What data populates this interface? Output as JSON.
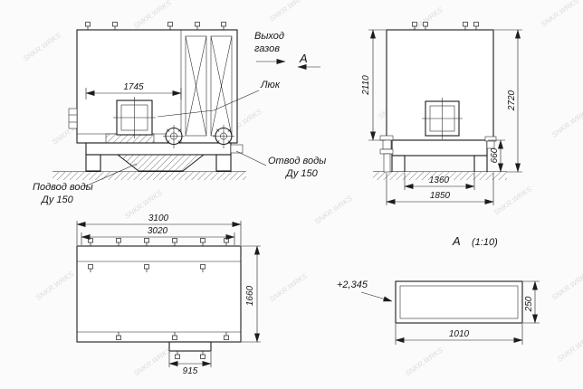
{
  "watermark": "SNKR.WRKS",
  "front": {
    "dim_1745": "1745",
    "gas_l1": "Выход",
    "gas_l2": "газов",
    "section_letter": "А",
    "hatch_label": "Люк",
    "outlet_l1": "Отвод воды",
    "outlet_l2": "Ду 150",
    "inlet_l1": "Подвод воды",
    "inlet_l2": "Ду 150"
  },
  "side": {
    "dim_2110": "2110",
    "dim_2720": "2720",
    "dim_660": "660",
    "dim_1360": "1360",
    "dim_1850": "1850"
  },
  "top": {
    "dim_3100": "3100",
    "dim_3020": "3020",
    "dim_1660": "1660",
    "dim_915": "915"
  },
  "detail": {
    "letter": "А",
    "scale": "(1:10)",
    "elevation": "+2,345",
    "dim_1010": "1010",
    "dim_250": "250"
  }
}
